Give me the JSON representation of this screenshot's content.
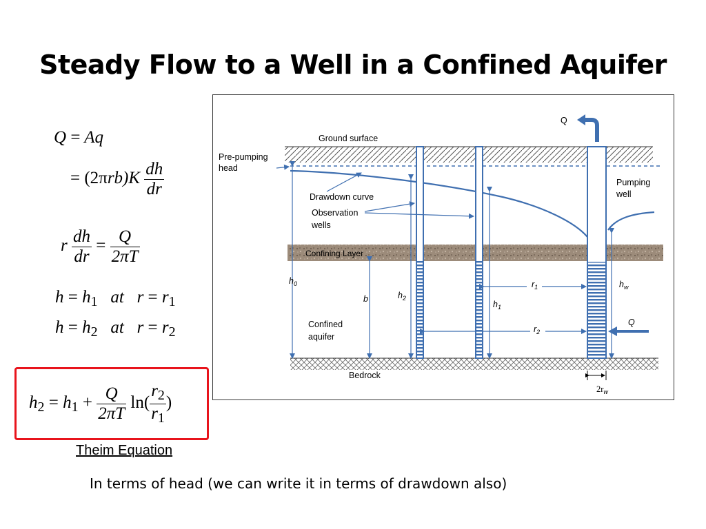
{
  "slide": {
    "title": "Steady Flow to a Well in a Confined Aquifer",
    "theim_label": "Theim Equation",
    "note": "In terms of head (we can write it in terms of drawdown also)"
  },
  "equations": {
    "e1": "Q = Aq",
    "e2": "= (2πrb)K dh/dr",
    "e3": "r dh/dr = Q/(2πT)",
    "e4": "h = h1 at r = r1",
    "e5": "h = h2 at r = r2",
    "theim": "h2 = h1 + Q/(2πT) ln(r2/r1)"
  },
  "eq_parts": {
    "Q": "Q",
    "eq": "=",
    "Aq": "Aq",
    "open_paren": "(2",
    "pi": "π",
    "rb": "rb",
    "close_K": ")K",
    "dh": "dh",
    "dr": "dr",
    "r": "r",
    "two_pi_T": "2πT",
    "h": "h",
    "at": "at",
    "one": "1",
    "two": "2",
    "plus": "+",
    "ln_open": "ln(",
    "close": ")"
  },
  "diagram": {
    "q_top": "Q",
    "ground_surface": "Ground surface",
    "pre_pumping_head_1": "Pre-pumping",
    "pre_pumping_head_2": "head",
    "pumping_well_1": "Pumping",
    "pumping_well_2": "well",
    "drawdown_curve": "Drawdown curve",
    "observation_wells_1": "Observation",
    "observation_wells_2": "wells",
    "confining_layer": "Confining Layer",
    "h0": "h",
    "h0_sub": "0",
    "b": "b",
    "h2": "h",
    "h2_sub": "2",
    "h1": "h",
    "h1_sub": "1",
    "r1": "r",
    "r1_sub": "1",
    "r2": "r",
    "r2_sub": "2",
    "hw": "h",
    "hw_sub": "w",
    "q_side": "Q",
    "confined_aquifer_1": "Confined",
    "confined_aquifer_2": "aquifer",
    "bedrock": "Bedrock",
    "two_rw": "2r",
    "two_rw_sub": "w"
  },
  "colors": {
    "accent_blue": "#3f6fb0",
    "box_red": "#e8141c",
    "confining_brown": "#9c8b7a"
  }
}
